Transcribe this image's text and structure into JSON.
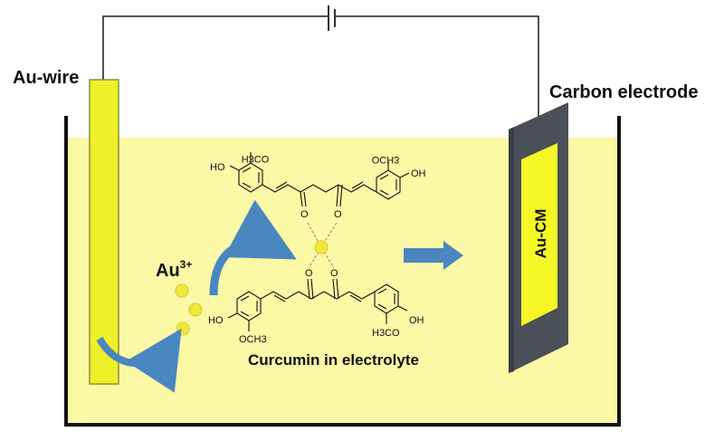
{
  "labels": {
    "au_wire": "Au-wire",
    "carbon_electrode": "Carbon electrode",
    "au_cm": "Au-CM",
    "au_ion_base": "Au",
    "au_ion_charge": "3+",
    "curcumin": "Curcumin in electrolyte"
  },
  "chem_labels": {
    "ho_top": "HO",
    "h3co_top_mirrored": "H3CO",
    "och3_top_mirrored": "OCH3",
    "oh_top": "OH",
    "o_top_left": "O",
    "o_top_right": "O",
    "o_bottom_left": "O",
    "o_bottom_right": "O",
    "ho_bottom": "HO",
    "och3_bottom": "OCH3",
    "h3co_bottom": "H3CO",
    "oh_bottom": "OH"
  },
  "colors": {
    "electrolyte": "#fbf8a6",
    "au_wire": "#eef02a",
    "au_wire_border": "#8e8f40",
    "carbon": "#4a4f58",
    "au_cm_fill": "#f4f626",
    "arrow": "#4a86c0",
    "au_ion": "#f1e73a",
    "wire": "#1a1a1a"
  }
}
